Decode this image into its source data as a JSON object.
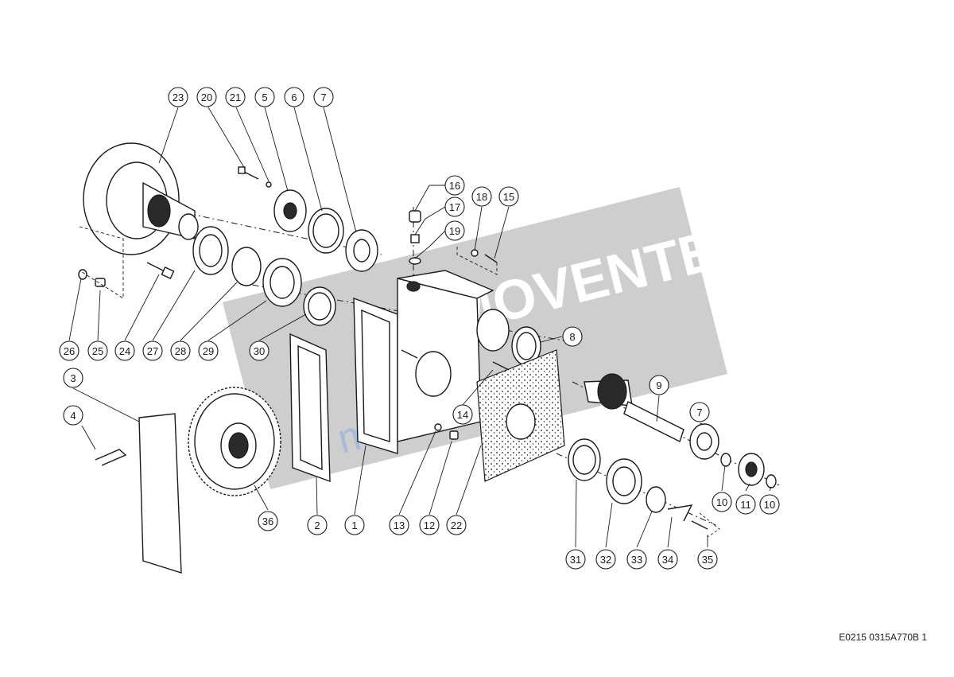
{
  "callouts": [
    {
      "label": "23"
    },
    {
      "label": "20"
    },
    {
      "label": "21"
    },
    {
      "label": "5"
    },
    {
      "label": "6"
    },
    {
      "label": "7"
    },
    {
      "label": "16"
    },
    {
      "label": "17"
    },
    {
      "label": "19"
    },
    {
      "label": "18"
    },
    {
      "label": "15"
    },
    {
      "label": "26"
    },
    {
      "label": "25"
    },
    {
      "label": "24"
    },
    {
      "label": "27"
    },
    {
      "label": "28"
    },
    {
      "label": "29"
    },
    {
      "label": "30"
    },
    {
      "label": "8"
    },
    {
      "label": "9"
    },
    {
      "label": "7"
    },
    {
      "label": "3"
    },
    {
      "label": "4"
    },
    {
      "label": "14"
    },
    {
      "label": "36"
    },
    {
      "label": "2"
    },
    {
      "label": "1"
    },
    {
      "label": "13"
    },
    {
      "label": "12"
    },
    {
      "label": "22"
    },
    {
      "label": "10"
    },
    {
      "label": "11"
    },
    {
      "label": "10"
    },
    {
      "label": "31"
    },
    {
      "label": "32"
    },
    {
      "label": "33"
    },
    {
      "label": "34"
    },
    {
      "label": "35"
    }
  ],
  "watermark": {
    "brand": "MOVENTE",
    "site": "movente.ru",
    "band_color": "#bdbdbd"
  },
  "doc_code": "E0215 0315A770B 1",
  "colors": {
    "line": "#1a1a1a",
    "background": "#ffffff"
  }
}
